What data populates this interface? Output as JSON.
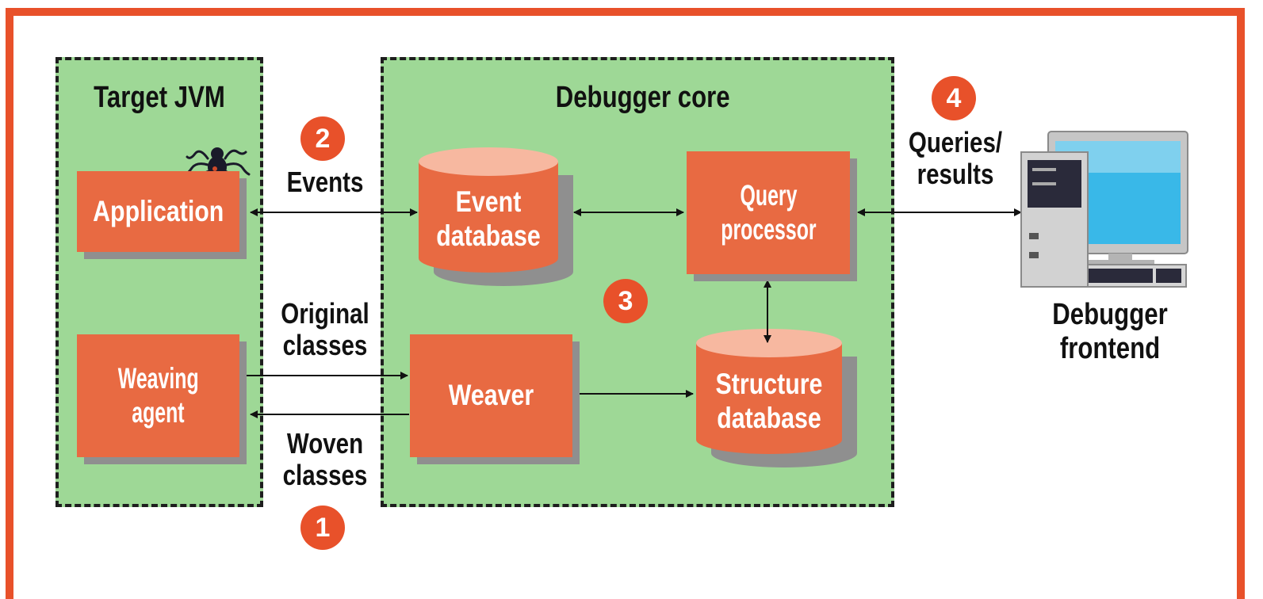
{
  "regions": {
    "target_jvm": "Target JVM",
    "debugger_core": "Debugger core"
  },
  "nodes": {
    "application": "Application",
    "weaving_agent_line1": "Weaving",
    "weaving_agent_line2": "agent",
    "event_db_line1": "Event",
    "event_db_line2": "database",
    "query_proc_line1": "Query",
    "query_proc_line2": "processor",
    "weaver": "Weaver",
    "structure_db_line1": "Structure",
    "structure_db_line2": "database",
    "frontend_line1": "Debugger",
    "frontend_line2": "frontend"
  },
  "edges": {
    "events": "Events",
    "original_line1": "Original",
    "original_line2": "classes",
    "woven_line1": "Woven",
    "woven_line2": "classes",
    "queries_line1": "Queries/",
    "queries_line2": "results"
  },
  "badges": {
    "one": "1",
    "two": "2",
    "three": "3",
    "four": "4"
  },
  "colors": {
    "frame": "#e8512a",
    "region_fill": "#9ed896",
    "node_fill": "#e86a42",
    "cylinder_top": "#f7b8a0",
    "badge": "#e8512a"
  }
}
